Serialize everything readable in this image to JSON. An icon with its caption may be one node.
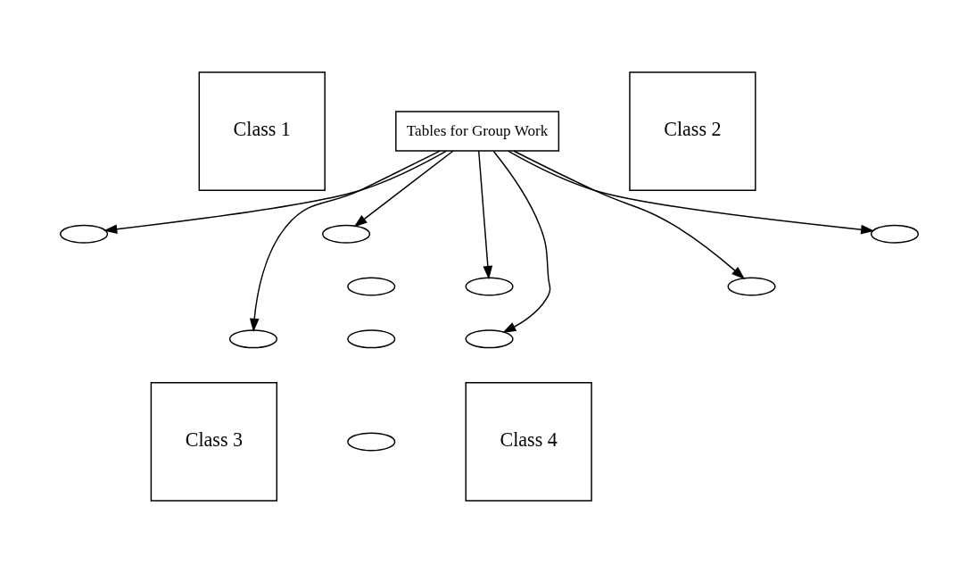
{
  "diagram": {
    "nodes": [
      {
        "text": [
          "Tables for Group Work"
        ]
      },
      {
        "text": [
          "Class 1"
        ]
      },
      {
        "text": [
          "Class 2"
        ]
      },
      {
        "text": [],
        "shape": "ellipse"
      },
      {
        "text": [],
        "shape": "ellipse"
      },
      {
        "text": [],
        "shape": "ellipse"
      },
      {
        "text": [],
        "shape": "ellipse"
      },
      {
        "text": [],
        "shape": "ellipse"
      },
      {
        "text": [],
        "shape": "ellipse"
      },
      {
        "text": [],
        "shape": "ellipse"
      },
      {
        "text": [],
        "shape": "ellipse"
      },
      {
        "text": [],
        "shape": "ellipse"
      },
      {
        "text": [
          "Class 3"
        ]
      },
      {
        "text": [
          "Class 4"
        ]
      },
      {
        "text": [],
        "shape": "ellipse"
      }
    ],
    "edges": [
      {
        "from": 0,
        "to": 3,
        "arrow": "to"
      },
      {
        "from": 0,
        "to": 6,
        "arrow": "to"
      },
      {
        "from": 0,
        "to": 9,
        "arrow": "to"
      },
      {
        "from": 0,
        "to": 4,
        "arrow": "to"
      },
      {
        "from": 0,
        "to": 11,
        "arrow": "to"
      },
      {
        "from": 0,
        "to": 8,
        "arrow": "to"
      },
      {
        "from": 0,
        "to": 5,
        "arrow": "to"
      }
    ]
  }
}
